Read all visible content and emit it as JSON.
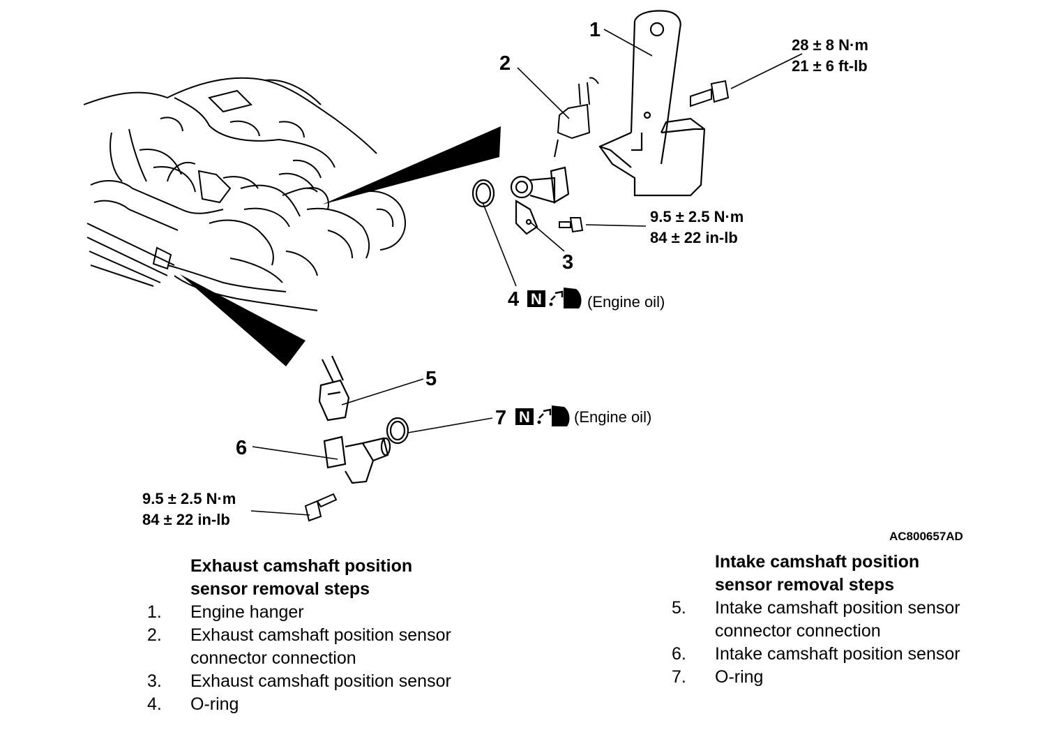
{
  "callouts": [
    "1",
    "2",
    "3",
    "4",
    "5",
    "6",
    "7"
  ],
  "torque": {
    "hanger_bolt": [
      "28 ± 8 N·m",
      "21 ± 6 ft-lb"
    ],
    "exhaust_sensor_bolt": [
      "9.5 ± 2.5 N·m",
      "84 ± 22 in-lb"
    ],
    "intake_sensor_bolt": [
      "9.5 ± 2.5 N·m",
      "84 ± 22 in-lb"
    ]
  },
  "lubricant_note": "(Engine oil)",
  "n_symbol": "N",
  "figure_id": "AC800657AD",
  "exhaust_steps": {
    "title_line1": "Exhaust camshaft position",
    "title_line2": "sensor removal steps",
    "items": [
      {
        "num": "1.",
        "line1": "Engine hanger",
        "line2": ""
      },
      {
        "num": "2.",
        "line1": "Exhaust camshaft position sensor",
        "line2": "connector connection"
      },
      {
        "num": "3.",
        "line1": "Exhaust camshaft position sensor",
        "line2": ""
      },
      {
        "num": "4.",
        "line1": "O-ring",
        "line2": ""
      }
    ]
  },
  "intake_steps": {
    "title_line1": "Intake camshaft position",
    "title_line2": "sensor removal steps",
    "items": [
      {
        "num": "5.",
        "line1": "Intake camshaft position sensor",
        "line2": "connector connection"
      },
      {
        "num": "6.",
        "line1": "Intake camshaft position sensor",
        "line2": ""
      },
      {
        "num": "7.",
        "line1": "O-ring",
        "line2": ""
      }
    ]
  }
}
